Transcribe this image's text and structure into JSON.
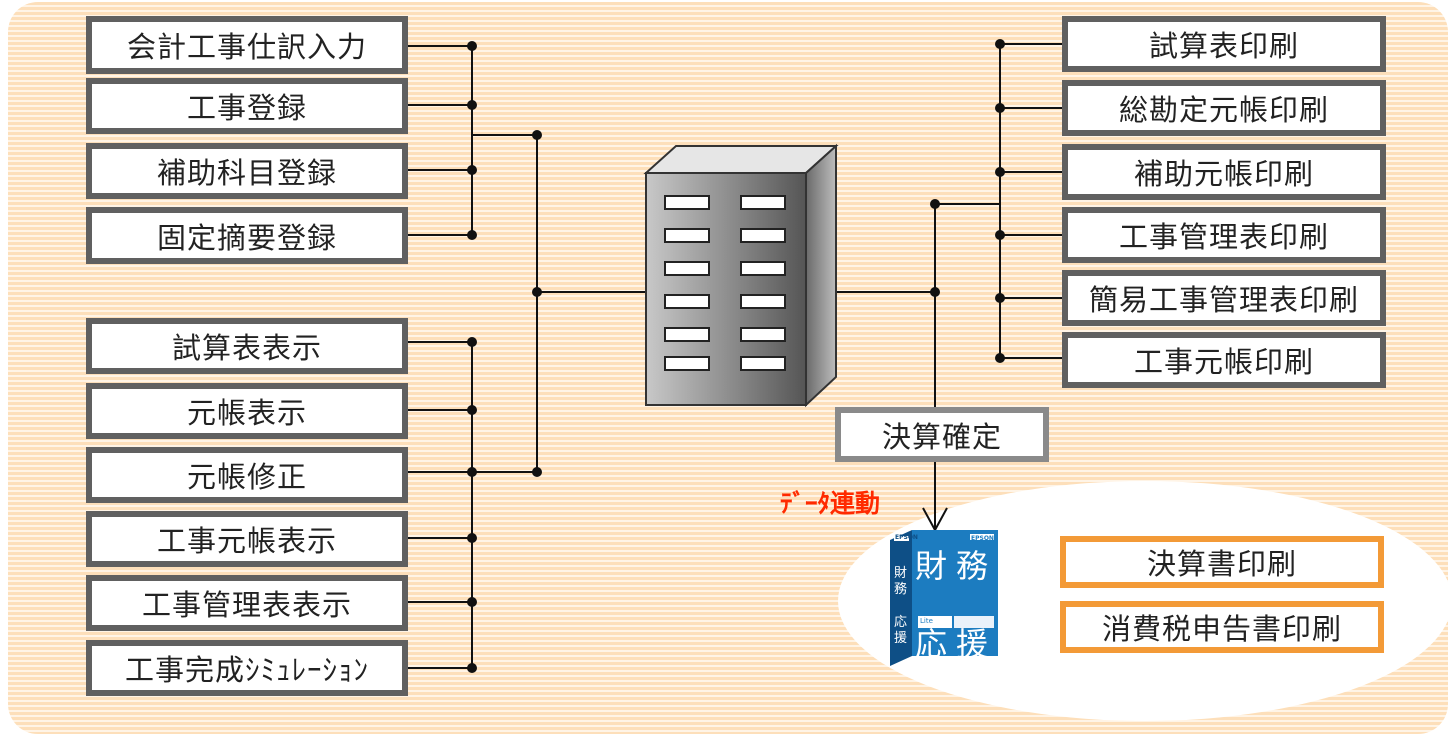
{
  "left_top_group": [
    "会計工事仕訳入力",
    "工事登録",
    "補助科目登録",
    "固定摘要登録"
  ],
  "left_bottom_group": [
    "試算表表示",
    "元帳表示",
    "元帳修正",
    "工事元帳表示",
    "工事管理表表示",
    "工事完成ｼﾐｭﾚｰｼｮﾝ"
  ],
  "right_group": [
    "試算表印刷",
    "総勘定元帳印刷",
    "補助元帳印刷",
    "工事管理表印刷",
    "簡易工事管理表印刷",
    "工事元帳印刷"
  ],
  "closing_label": "決算確定",
  "data_link_label": "ﾃﾞｰﾀ連動",
  "product": {
    "brand": "EPSON",
    "name_chars": [
      "財",
      "務",
      "応",
      "援"
    ],
    "side_chars": [
      "財",
      "務",
      "応",
      "援"
    ],
    "edition": "Lite"
  },
  "output_group": [
    "決算書印刷",
    "消費税申告書印刷"
  ],
  "colors": {
    "box_border": "#606060",
    "output_border": "#f39a37",
    "stripe": "#fddfba",
    "data_link": "#ff2a00",
    "product_blue": "#1c7cc0"
  }
}
